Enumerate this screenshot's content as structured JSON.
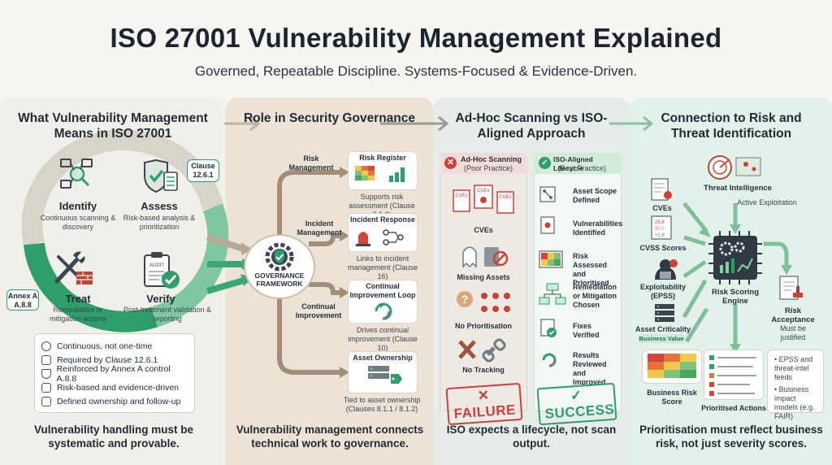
{
  "title": "ISO 27001 Vulnerability Management Explained",
  "subtitle": "Governed, Repeatable Discipline. Systems-Focused & Evidence-Driven.",
  "colors": {
    "green": "#2e9e6b",
    "red": "#c8423a",
    "brown": "#a08e78",
    "dark": "#1f2a33"
  },
  "panel1": {
    "heading": "What Vulnerability Management Means in ISO 27001",
    "stages": [
      {
        "label": "Identify",
        "desc": "Continuous scanning & discovery",
        "icon": "network-scan-icon"
      },
      {
        "label": "Assess",
        "desc": "Risk-based analysis & prioritization",
        "icon": "shield-checklist-icon"
      },
      {
        "label": "Treat",
        "desc": "Remediation or mitigation actions",
        "icon": "tools-firewall-icon"
      },
      {
        "label": "Verify",
        "desc": "Post-treatment validation & reporting",
        "icon": "audit-clipboard-icon"
      }
    ],
    "clause_tag": "Clause 12.6.1",
    "annex_tag": "Annex A A.8.8",
    "checklist": [
      "Continuous, not one-time",
      "Required by Clause 12.6.1",
      "Reinforced by Annex A control A.8.8",
      "Risk-based and evidence-driven",
      "Defined ownership and follow-up"
    ],
    "footer": "Vulnerability handling must be systematic and provable."
  },
  "panel2": {
    "heading": "Role in Security Governance",
    "hub": "GOVERNANCE FRAMEWORK",
    "branches": [
      {
        "name": "Risk Management",
        "card": "Risk Register",
        "desc": "Supports risk assessment (Clause 6.1.2)"
      },
      {
        "name": "Incident Management",
        "card": "Incident Response",
        "desc": "Links to incident management (Clause 16)"
      },
      {
        "name": "Continual Improvement",
        "card": "Continual Improvement Loop",
        "desc": "Drives continual improvement (Clause 10)"
      },
      {
        "name": "",
        "card": "Asset Ownership",
        "desc": "Tied to asset ownership (Clauses 8.1.1 / 8.1.2)"
      }
    ],
    "footer": "Vulnerability management connects technical work to governance."
  },
  "panel3": {
    "heading": "Ad-Hoc Scanning vs ISO-Aligned Approach",
    "adhoc": {
      "title": "Ad-Hoc Scanning",
      "sub": "(Poor Practice)",
      "items": [
        "CVEs",
        "Missing Assets",
        "No Prioritisation",
        "No Tracking"
      ],
      "cve_tag": "CVEs",
      "stamp": "FAILURE"
    },
    "iso": {
      "title": "ISO-Aligned Lifecycle",
      "sub": "(Best Practice)",
      "items": [
        "Asset Scope Defined",
        "Vulnerabilities Identified",
        "Risk Assessed and Prioritised",
        "Remediation or Mitigation Chosen",
        "Fixes Verified",
        "Results Reviewed and Improved"
      ],
      "stamp": "SUCCESS"
    },
    "footer": "ISO expects a lifecycle, not scan output."
  },
  "panel4": {
    "heading": "Connection to Risk and Threat Identification",
    "threat_intel": "Threat Intelligence",
    "active_exploitation": "Active Exploitation",
    "inputs": [
      "CVEs",
      "CVSS Scores",
      "Exploitability (EPSS)",
      "Asset Criticality"
    ],
    "business_value": "Business Value",
    "cvss_values": [
      "25.8",
      "50.0",
      "+2.8"
    ],
    "engine": "Risk Scoring Engine",
    "risk_acceptance": "Risk Acceptance",
    "risk_acceptance_note": "Must be justified",
    "outputs": [
      "Business Risk Score",
      "Prioritised Actions"
    ],
    "notes": [
      "EPSS and threat-intel feeds",
      "Business impact models (e.g. FAIR)"
    ],
    "footer": "Prioritisation must reflect business risk, not just severity scores."
  }
}
